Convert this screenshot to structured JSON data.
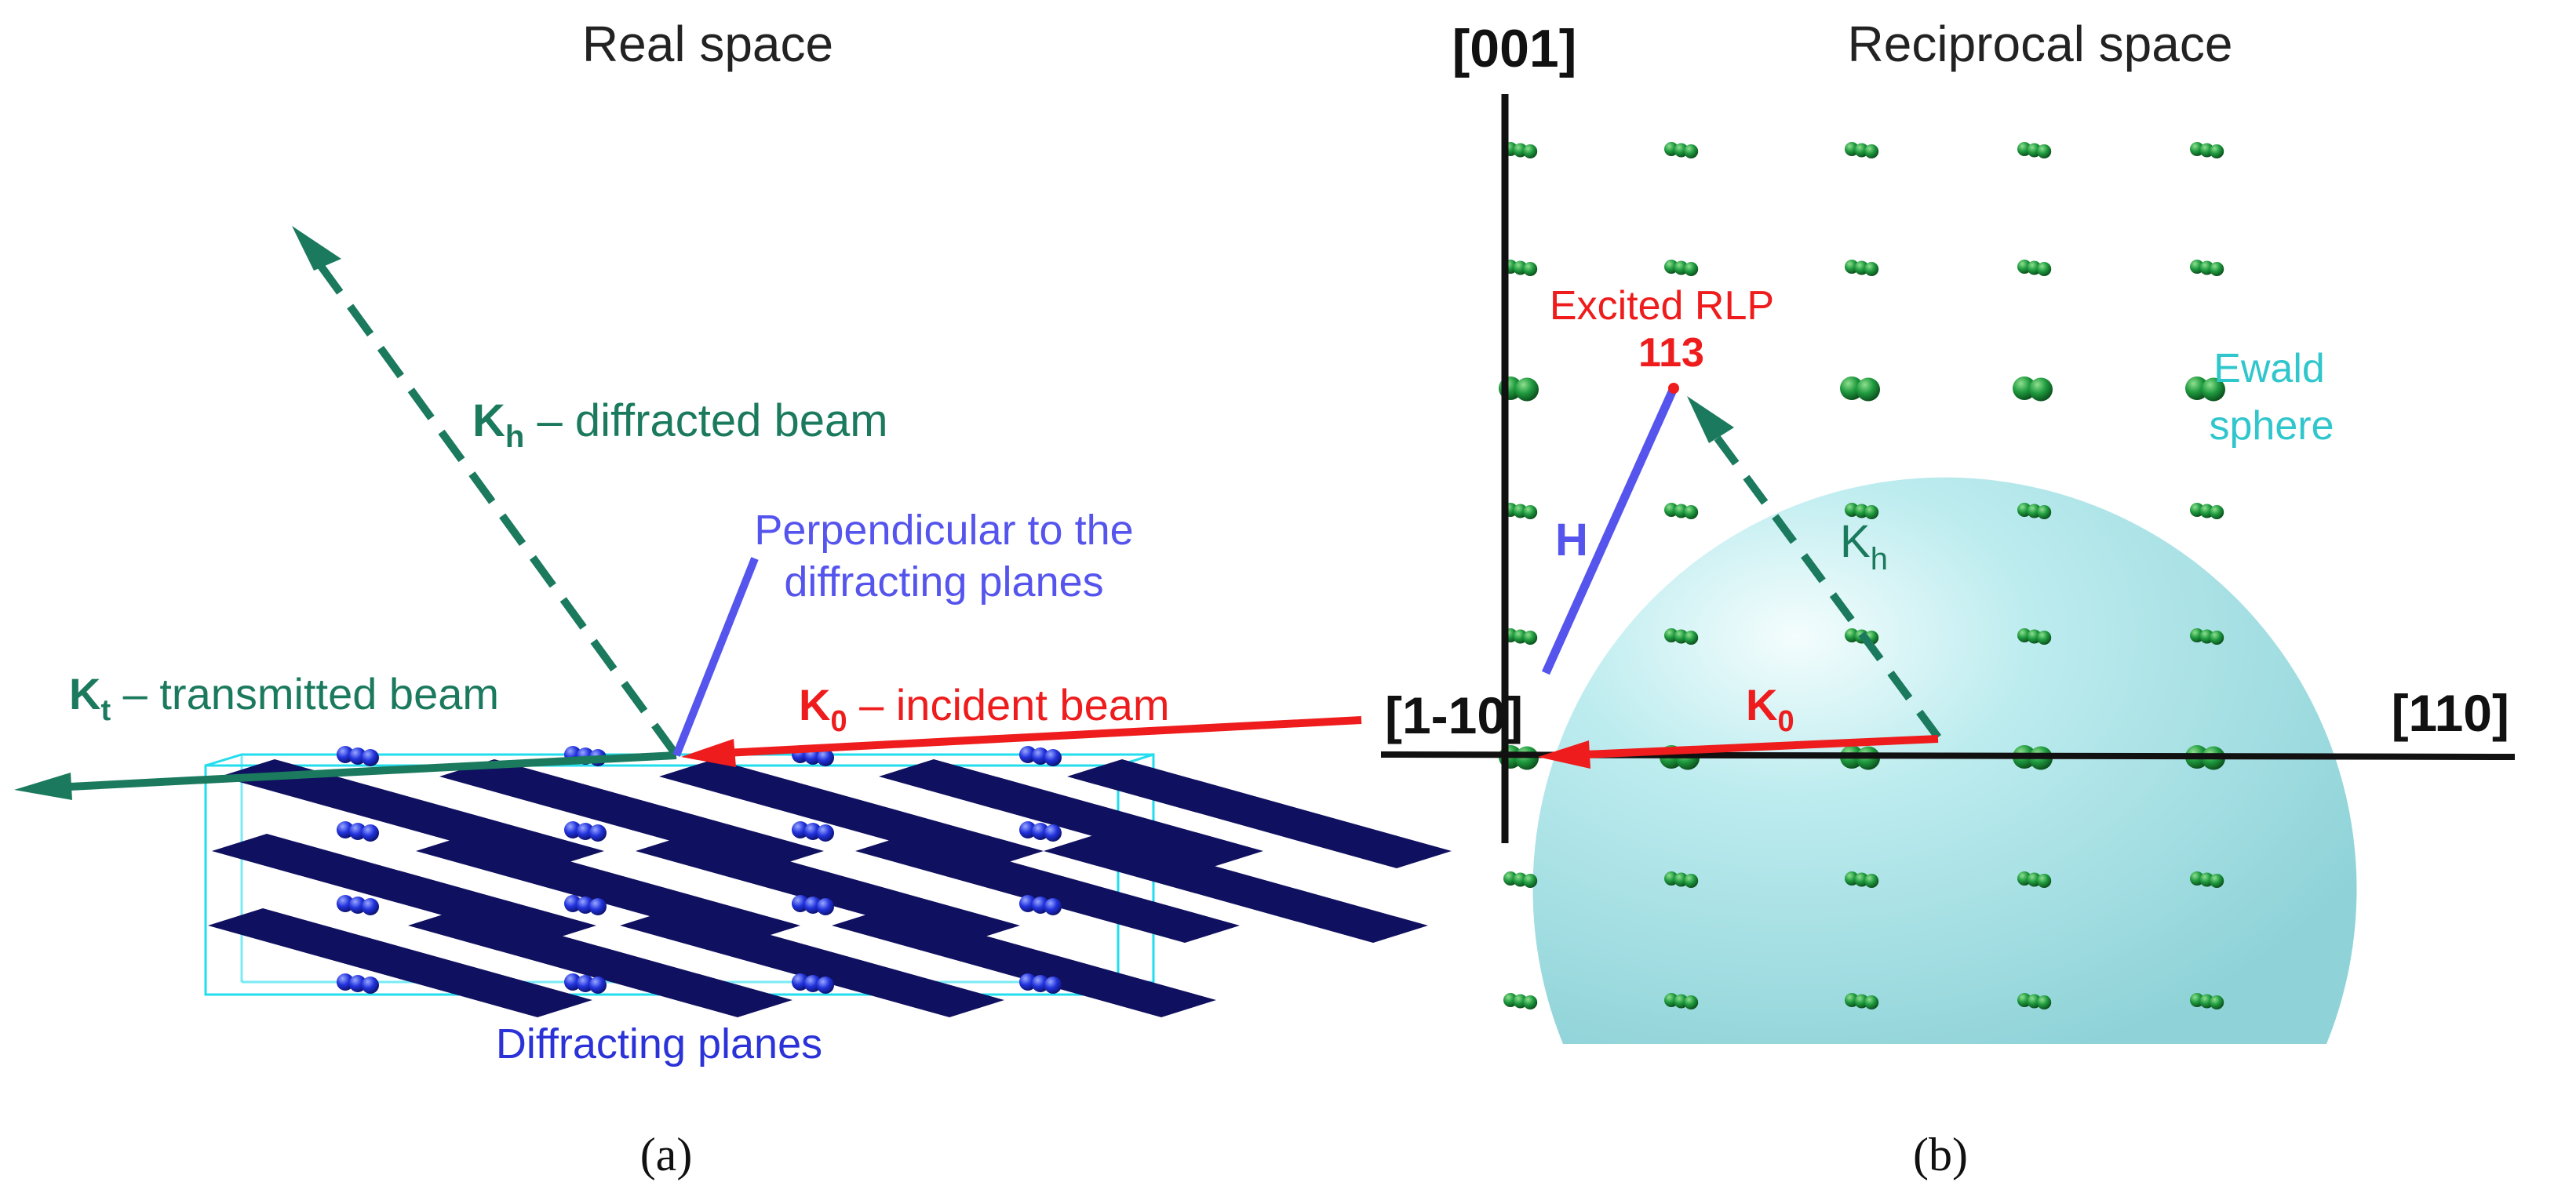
{
  "colors": {
    "green_beam": "#1b7a5e",
    "red_beam": "#ee1c1c",
    "perp_blue": "#5555ee",
    "plane_navy": "#101060",
    "atom_blue": "#2233dd",
    "box_cyan": "#22ddee",
    "ewald_cyan": "#a9e6ea",
    "ewald_label": "#2fc6cc",
    "planes_label": "#2a32d8",
    "axis_black": "#000000",
    "rlp_green": "#1d8a3a"
  },
  "real_space": {
    "title": "Real space",
    "kh_symbol": "K",
    "kh_subscript": "h",
    "kh_text": " – diffracted beam",
    "kt_symbol": "K",
    "kt_subscript": "t",
    "kt_text": " – transmitted beam",
    "k0_symbol": "K",
    "k0_subscript": "0",
    "k0_text": " – incident beam",
    "perp_line1": "Perpendicular to the",
    "perp_line2": "diffracting planes",
    "planes_label": "Diffracting planes",
    "panel_label": "(a)"
  },
  "reciprocal_space": {
    "title": "Reciprocal space",
    "axis_001": "[001]",
    "axis_110": "[110]",
    "axis_1m10": "[1-10]",
    "excited_label": "Excited RLP",
    "excited_index": "113",
    "ewald_line1": "Ewald",
    "ewald_line2": "sphere",
    "h_label": "H",
    "kh_symbol": "K",
    "kh_subscript": "h",
    "k0_symbol": "K",
    "k0_subscript": "0",
    "panel_label": "(b)"
  }
}
